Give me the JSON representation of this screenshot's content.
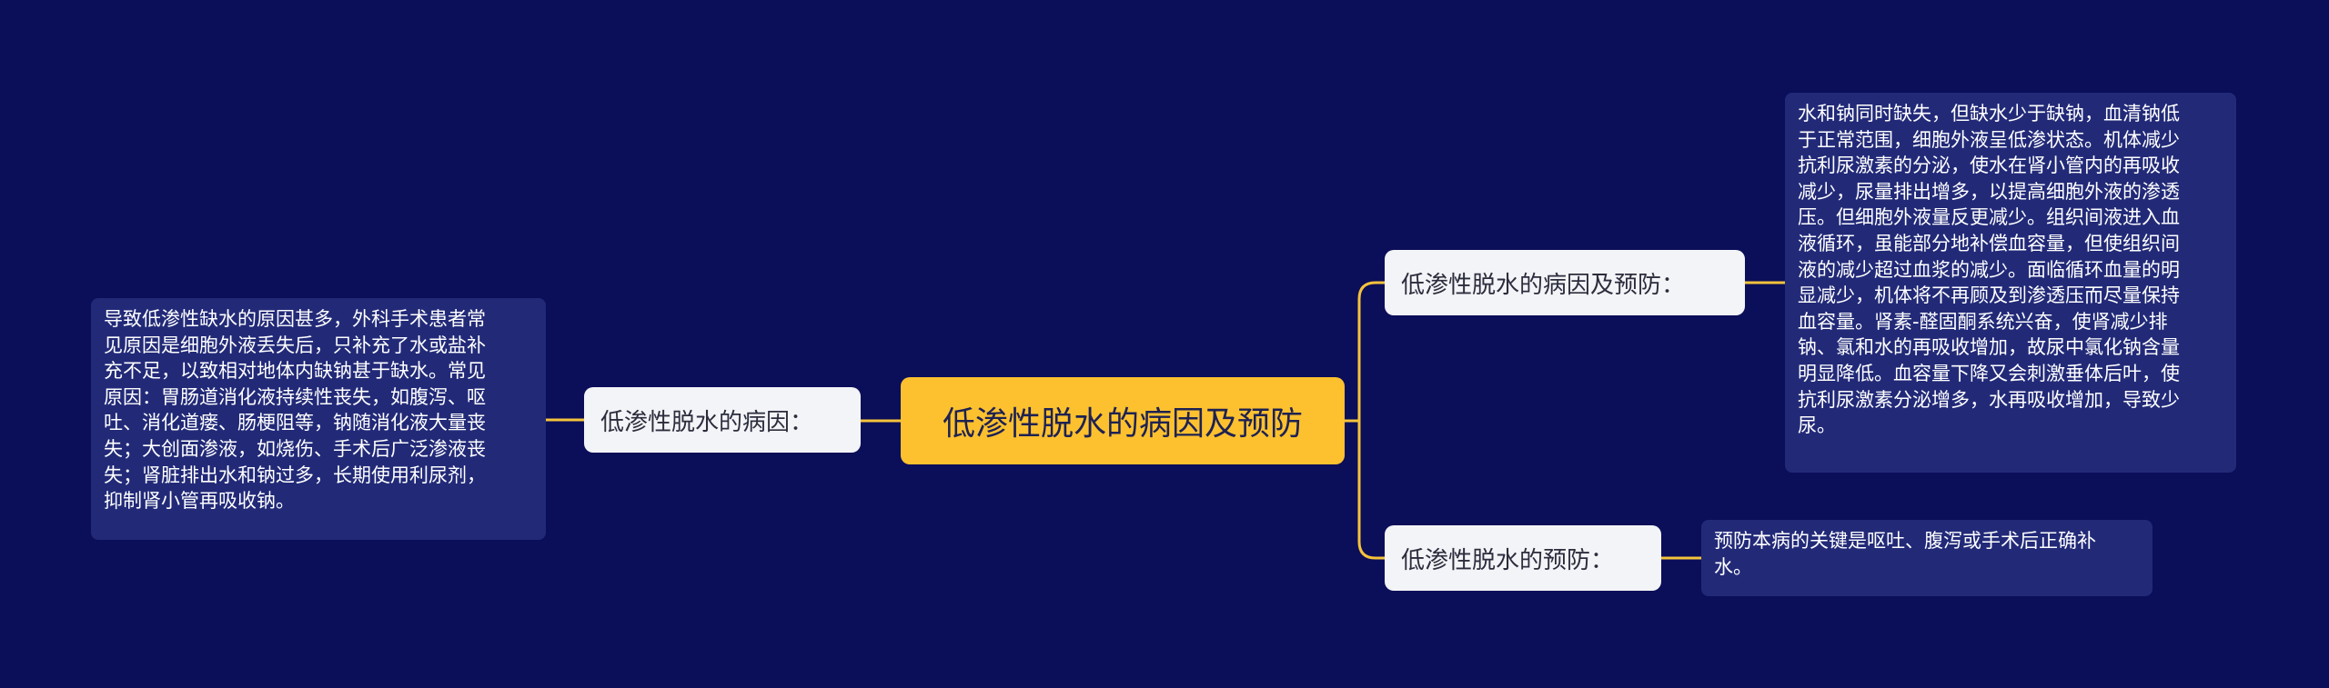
{
  "root": {
    "title": "低渗性脱水的病因及预防"
  },
  "branches": {
    "cause": {
      "label": "低渗性脱水的病因：",
      "detail": "导致低渗性缺水的原因甚多，外科手术患者常\n见原因是细胞外液丢失后，只补充了水或盐补\n充不足，以致相对地体内缺钠甚于缺水。常见\n原因：胃肠道消化液持续性丧失，如腹泻、呕\n吐、消化道瘘、肠梗阻等，钠随消化液大量丧\n失；大创面渗液，如烧伤、手术后广泛渗液丧\n失；肾脏排出水和钠过多，长期使用利尿剂，\n抑制肾小管再吸收钠。"
    },
    "cause_and_prevention": {
      "label": "低渗性脱水的病因及预防：",
      "detail": "水和钠同时缺失，但缺水少于缺钠，血清钠低\n于正常范围，细胞外液呈低渗状态。机体减少\n抗利尿激素的分泌，使水在肾小管内的再吸收\n减少，尿量排出增多，以提高细胞外液的渗透\n压。但细胞外液量反更减少。组织间液进入血\n液循环，虽能部分地补偿血容量，但使组织间\n液的减少超过血浆的减少。面临循环血量的明\n显减少，机体将不再顾及到渗透压而尽量保持\n血容量。肾素-醛固酮系统兴奋，使肾减少排\n钠、氯和水的再吸收增加，故尿中氯化钠含量\n明显降低。血容量下降又会刺激垂体后叶，使\n抗利尿激素分泌增多，水再吸收增加，导致少\n尿。"
    },
    "prevention": {
      "label": "低渗性脱水的预防：",
      "detail": "预防本病的关键是呕吐、腹泻或手术后正确补\n水。"
    }
  },
  "colors": {
    "background": "#0b0e59",
    "root_fill": "#fdc12f",
    "branch_fill": "#f3f4f7",
    "leaf_fill": "#222a78",
    "connector": "#f5c33b"
  }
}
